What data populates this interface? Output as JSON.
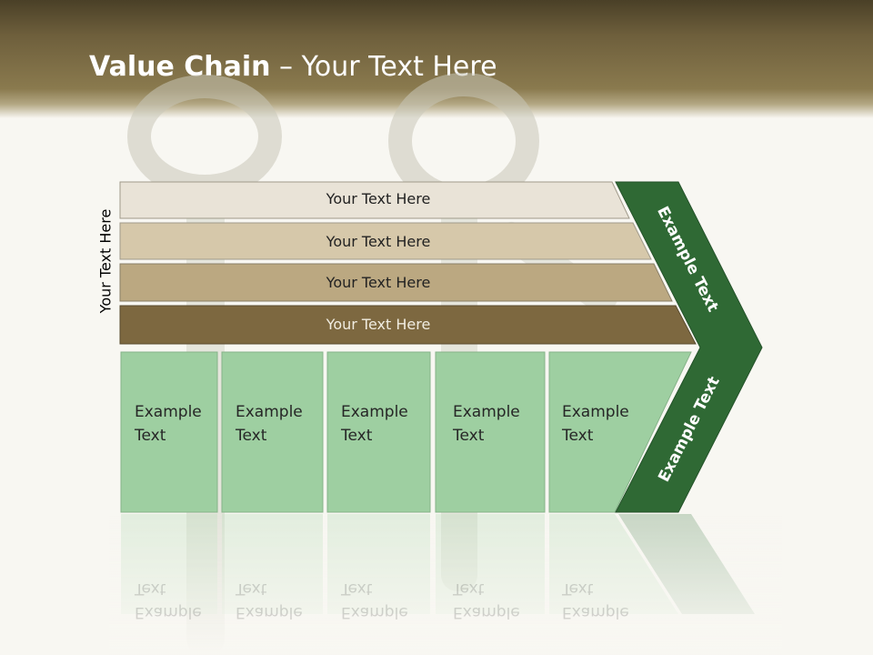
{
  "title": {
    "bold": "Value Chain",
    "rest": " – Your Text Here"
  },
  "side_label": "Your Text Here",
  "bars": [
    {
      "label": "Your Text Here"
    },
    {
      "label": "Your Text Here"
    },
    {
      "label": "Your Text Here"
    },
    {
      "label": "Your Text Here"
    }
  ],
  "boxes": [
    {
      "label": "Example\nText"
    },
    {
      "label": "Example\nText"
    },
    {
      "label": "Example\nText"
    },
    {
      "label": "Example\nText"
    },
    {
      "label": "Example\nText"
    }
  ],
  "chevron": {
    "upper_label": "Example Text",
    "lower_label": "Example Text"
  },
  "colors": {
    "bar_1": "#e9e3d7",
    "bar_2": "#d6c8aa",
    "bar_3": "#bba881",
    "bar_4": "#7d6840",
    "box": "#9ecfa1",
    "chevron": "#2f6934",
    "title_bar": "#6e5f3c"
  }
}
